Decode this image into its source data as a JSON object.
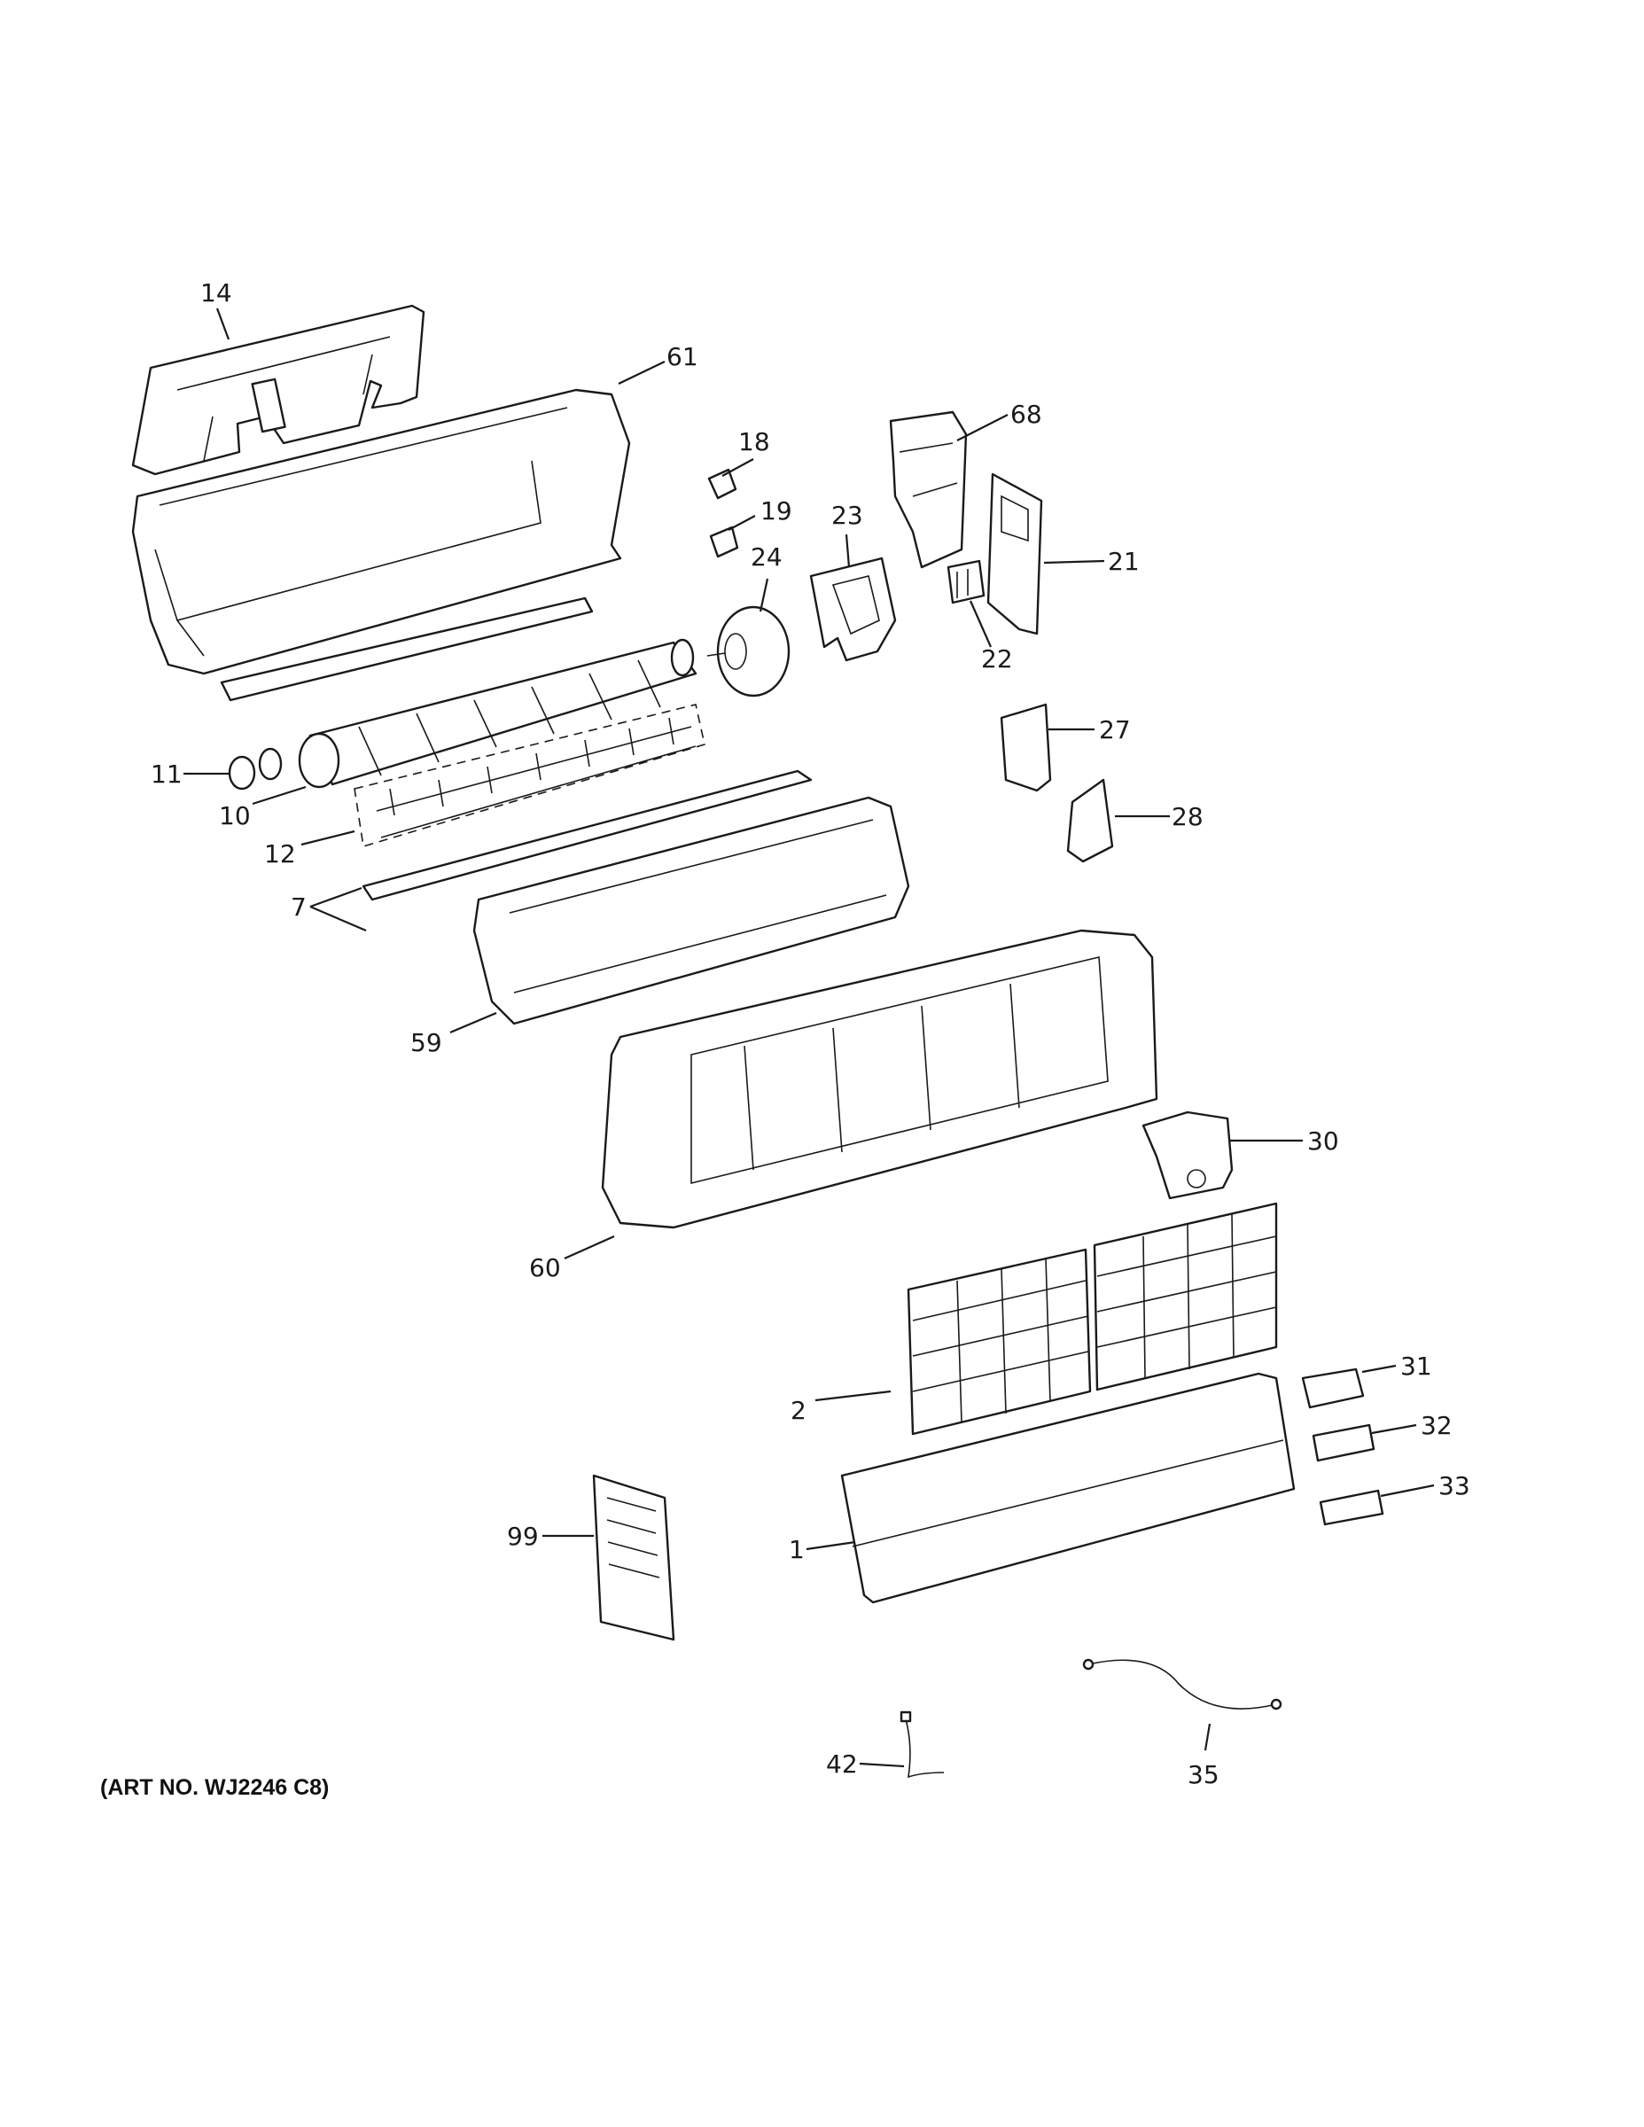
{
  "art_number": "(ART NO. WJ2246 C8)",
  "callouts": {
    "c14": "14",
    "c61": "61",
    "c68": "68",
    "c18": "18",
    "c19": "19",
    "c23": "23",
    "c24": "24",
    "c21": "21",
    "c22": "22",
    "c27": "27",
    "c28": "28",
    "c11": "11",
    "c10": "10",
    "c12": "12",
    "c7": "7",
    "c59": "59",
    "c30": "30",
    "c60": "60",
    "c31": "31",
    "c2": "2",
    "c32": "32",
    "c33": "33",
    "c99": "99",
    "c1": "1",
    "c42": "42",
    "c35": "35"
  }
}
